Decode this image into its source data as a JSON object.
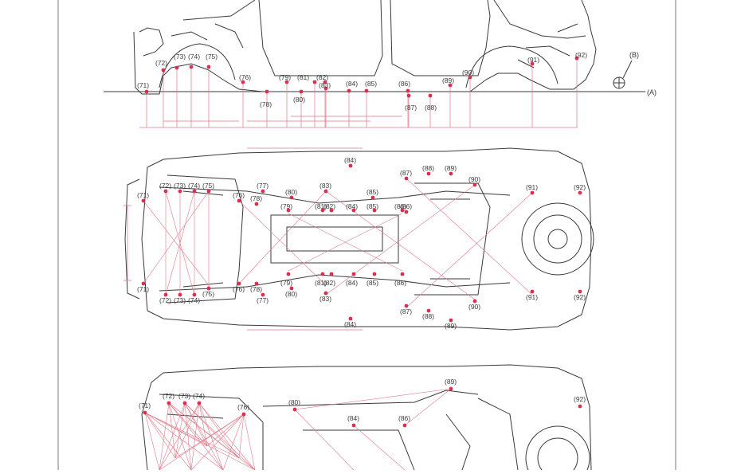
{
  "colors": {
    "line": "#3a3a3a",
    "accent": "#d9304f",
    "dim": "#e07a8c",
    "frame": "#7a7a7a"
  },
  "side_view": {
    "points": [
      "(71)",
      "(72)",
      "(73)",
      "(74)",
      "(75)",
      "(76)",
      "(78)",
      "(79)",
      "(80)",
      "(81)",
      "(82)",
      "(83)",
      "(84)",
      "(85)",
      "(86)",
      "(87)",
      "(88)",
      "(89)",
      "(90)",
      "(91)",
      "(92)"
    ],
    "detail_label": "(B)",
    "axis_label": "(A)"
  },
  "top_view": {
    "upper_row": [
      "(71)",
      "(72)",
      "(73)",
      "(74)",
      "(75)",
      "(76)",
      "(78)",
      "(77)",
      "(80)",
      "(83)",
      "(84)",
      "(85)",
      "(86)",
      "(87)",
      "(88)",
      "(89)",
      "(90)",
      "(91)",
      "(92)"
    ],
    "inner_upper": [
      "(79)",
      "(81)",
      "(82)",
      "(84)",
      "(85)",
      "(86)"
    ],
    "inner_lower": [
      "(79)",
      "(81)",
      "(82)",
      "(84)",
      "(85)",
      "(86)"
    ],
    "lower_row": [
      "(71)",
      "(72)",
      "(73)",
      "(74)",
      "(75)",
      "(76)",
      "(78)",
      "(77)",
      "(80)",
      "(83)",
      "(84)",
      "(87)",
      "(88)",
      "(89)",
      "(90)",
      "(91)",
      "(92)"
    ]
  },
  "bottom_view": {
    "labels": [
      "(71)",
      "(72)",
      "(73)",
      "(74)",
      "(76)",
      "(80)",
      "(84)",
      "(86)",
      "(89)",
      "(92)"
    ]
  }
}
